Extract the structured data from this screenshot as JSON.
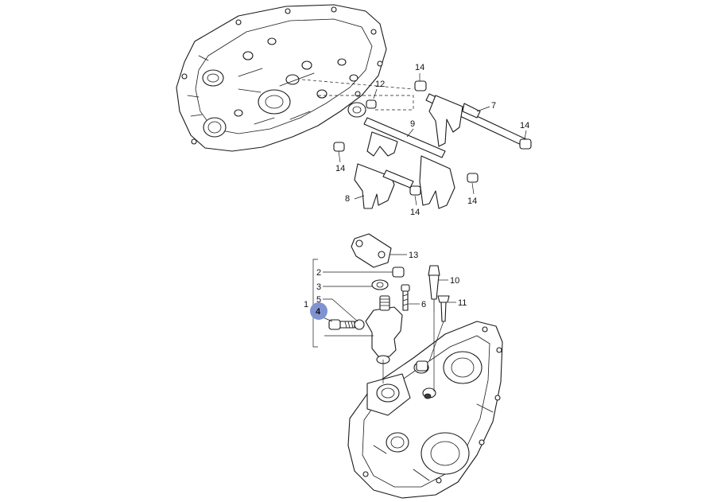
{
  "diagram": {
    "highlight_color": "#7f93d3",
    "callouts": {
      "c1": "1",
      "c2": "2",
      "c3": "3",
      "c4": "4",
      "c5": "5",
      "c6": "6",
      "c7": "7",
      "c8": "8",
      "c9": "9",
      "c10": "10",
      "c11": "11",
      "c12": "12",
      "c13": "13",
      "c14": "14"
    }
  }
}
